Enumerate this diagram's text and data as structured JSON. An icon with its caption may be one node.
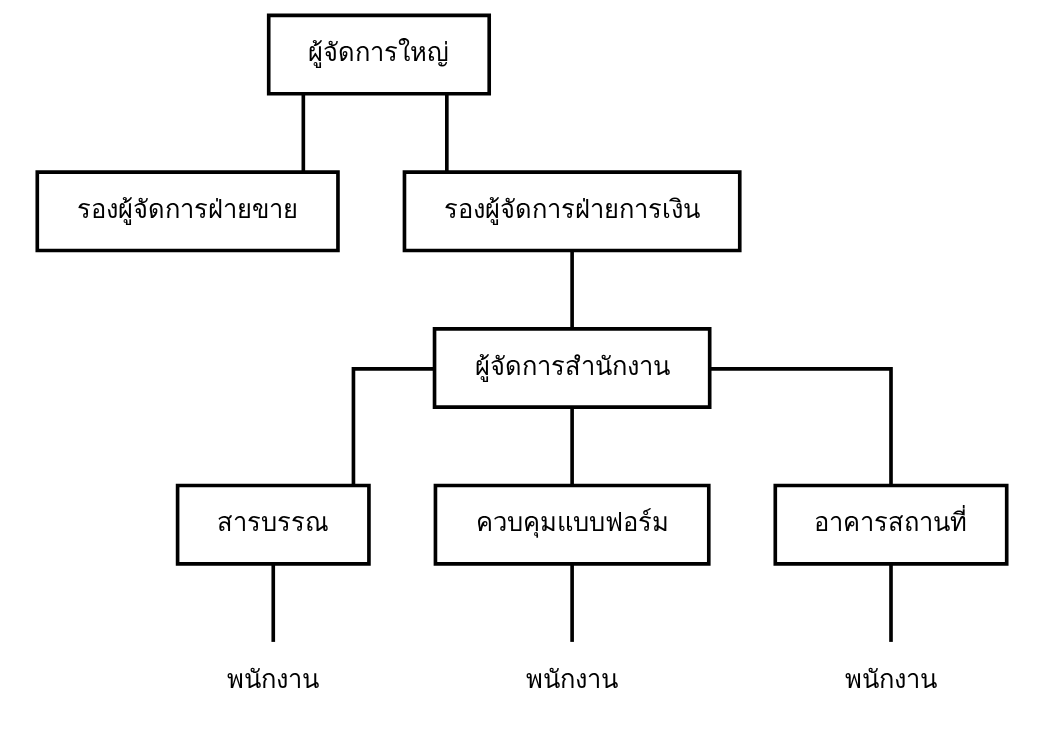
{
  "diagram": {
    "nodes": [
      {
        "text": [
          "ผู้จัดการใหญ่"
        ]
      },
      {
        "text": [
          "รองผู้จัดการฝ่ายขาย"
        ]
      },
      {
        "text": [
          "รองผู้จัดการฝ่ายการเงิน"
        ]
      },
      {
        "text": [
          "ผู้จัดการสำนักงาน"
        ]
      },
      {
        "text": [
          "สารบรรณ"
        ]
      },
      {
        "text": [
          "ควบคุมแบบฟอร์ม"
        ]
      },
      {
        "text": [
          "อาคารสถานที่"
        ]
      },
      {
        "text": [
          "พนักงาน"
        ]
      },
      {
        "text": [
          "พนักงาน"
        ]
      },
      {
        "text": [
          "พนักงาน"
        ]
      }
    ],
    "edges": [
      {
        "from": 0,
        "to": 1,
        "arrow": "none"
      },
      {
        "from": 0,
        "to": 2,
        "arrow": "none"
      },
      {
        "from": 2,
        "to": 3,
        "arrow": "none"
      },
      {
        "from": 3,
        "to": 4,
        "arrow": "none"
      },
      {
        "from": 3,
        "to": 5,
        "arrow": "none"
      },
      {
        "from": 3,
        "to": 6,
        "arrow": "none"
      },
      {
        "from": 4,
        "to": 7,
        "arrow": "none"
      },
      {
        "from": 5,
        "to": 8,
        "arrow": "none"
      },
      {
        "from": 6,
        "to": 9,
        "arrow": "none"
      }
    ]
  }
}
